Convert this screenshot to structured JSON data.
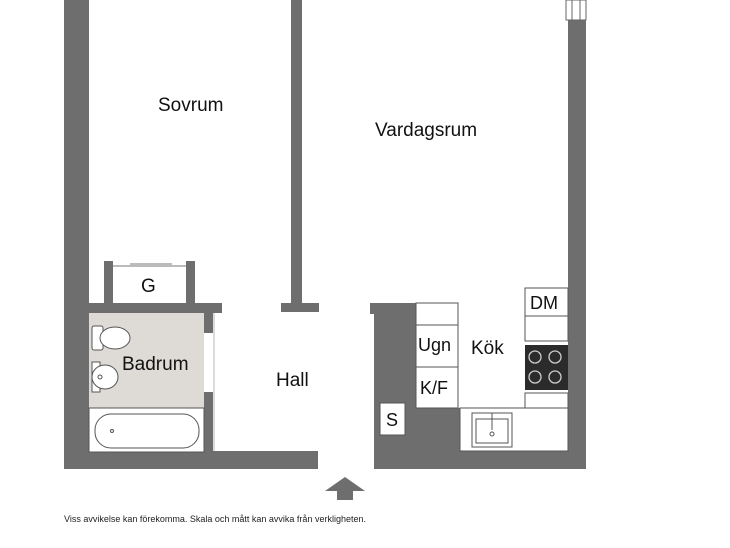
{
  "rooms": {
    "sovrum": "Sovrum",
    "vardagsrum": "Vardagsrum",
    "badrum": "Badrum",
    "hall": "Hall",
    "kok": "Kök"
  },
  "fixtures": {
    "g": "G",
    "dm": "DM",
    "ugn": "Ugn",
    "kf": "K/F",
    "s": "S"
  },
  "disclaimer": "Viss avvikelse kan förekomma. Skala och mått kan avvika från verkligheten.",
  "colors": {
    "wall": "#6e6e6e",
    "bathroom_floor": "#dedad5",
    "background": "#ffffff",
    "fixture_line": "#666666"
  }
}
